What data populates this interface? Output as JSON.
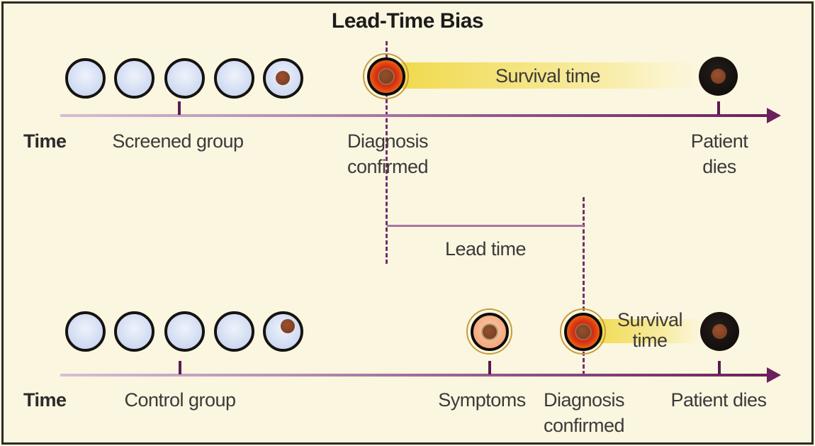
{
  "title": "Lead-Time Bias",
  "colors": {
    "bg": "#fbf6df",
    "frame": "#2c2a26",
    "axis-dark": "#6b1f5c",
    "tick": "#5b1b52",
    "dash": "#703070",
    "lead-line": "#a875a3",
    "band-yellow": "#f1da4e",
    "band-pale": "#fbf4cd",
    "label-text": "#3d393a",
    "title-text": "#1d1b1c",
    "cell-outline": "#151311",
    "halo-ring": "#c79c3f",
    "healthy-fill": "#dae3f5",
    "tumor-red": "#dd3a11",
    "tumor-orange": "#ee7c1a",
    "symptom-fill": "#f5ab81",
    "nucleus-brown": "#7e3f22",
    "dead-fill": "#130f0d"
  },
  "screened_row": {
    "time_label": "Time",
    "group_label": "Screened group",
    "diagnosis_label": "Diagnosis\nconfirmed",
    "survival_label": "Survival time",
    "death_label": "Patient dies"
  },
  "lead_time": {
    "label": "Lead time"
  },
  "control_row": {
    "time_label": "Time",
    "group_label": "Control group",
    "symptoms_label": "Symptoms",
    "diagnosis_label": "Diagnosis\nconfirmed",
    "survival_label": "Survival\ntime",
    "death_label": "Patient dies"
  }
}
